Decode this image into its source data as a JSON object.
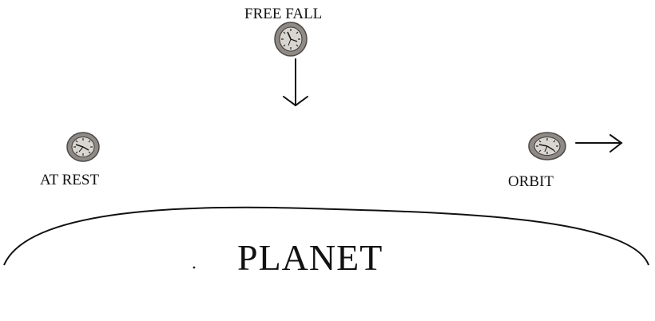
{
  "labels": {
    "free_fall": "FREE FALL",
    "at_rest": "AT REST",
    "orbit": "ORBIT",
    "planet": "PLANET"
  },
  "colors": {
    "ink": "#111111",
    "clock_body": "#8f8a86",
    "clock_face": "#d9d6d2",
    "background": "#ffffff"
  },
  "icons": {
    "clock": "clock-icon",
    "arrow_down": "arrow-down-icon",
    "arrow_right": "arrow-right-icon"
  }
}
